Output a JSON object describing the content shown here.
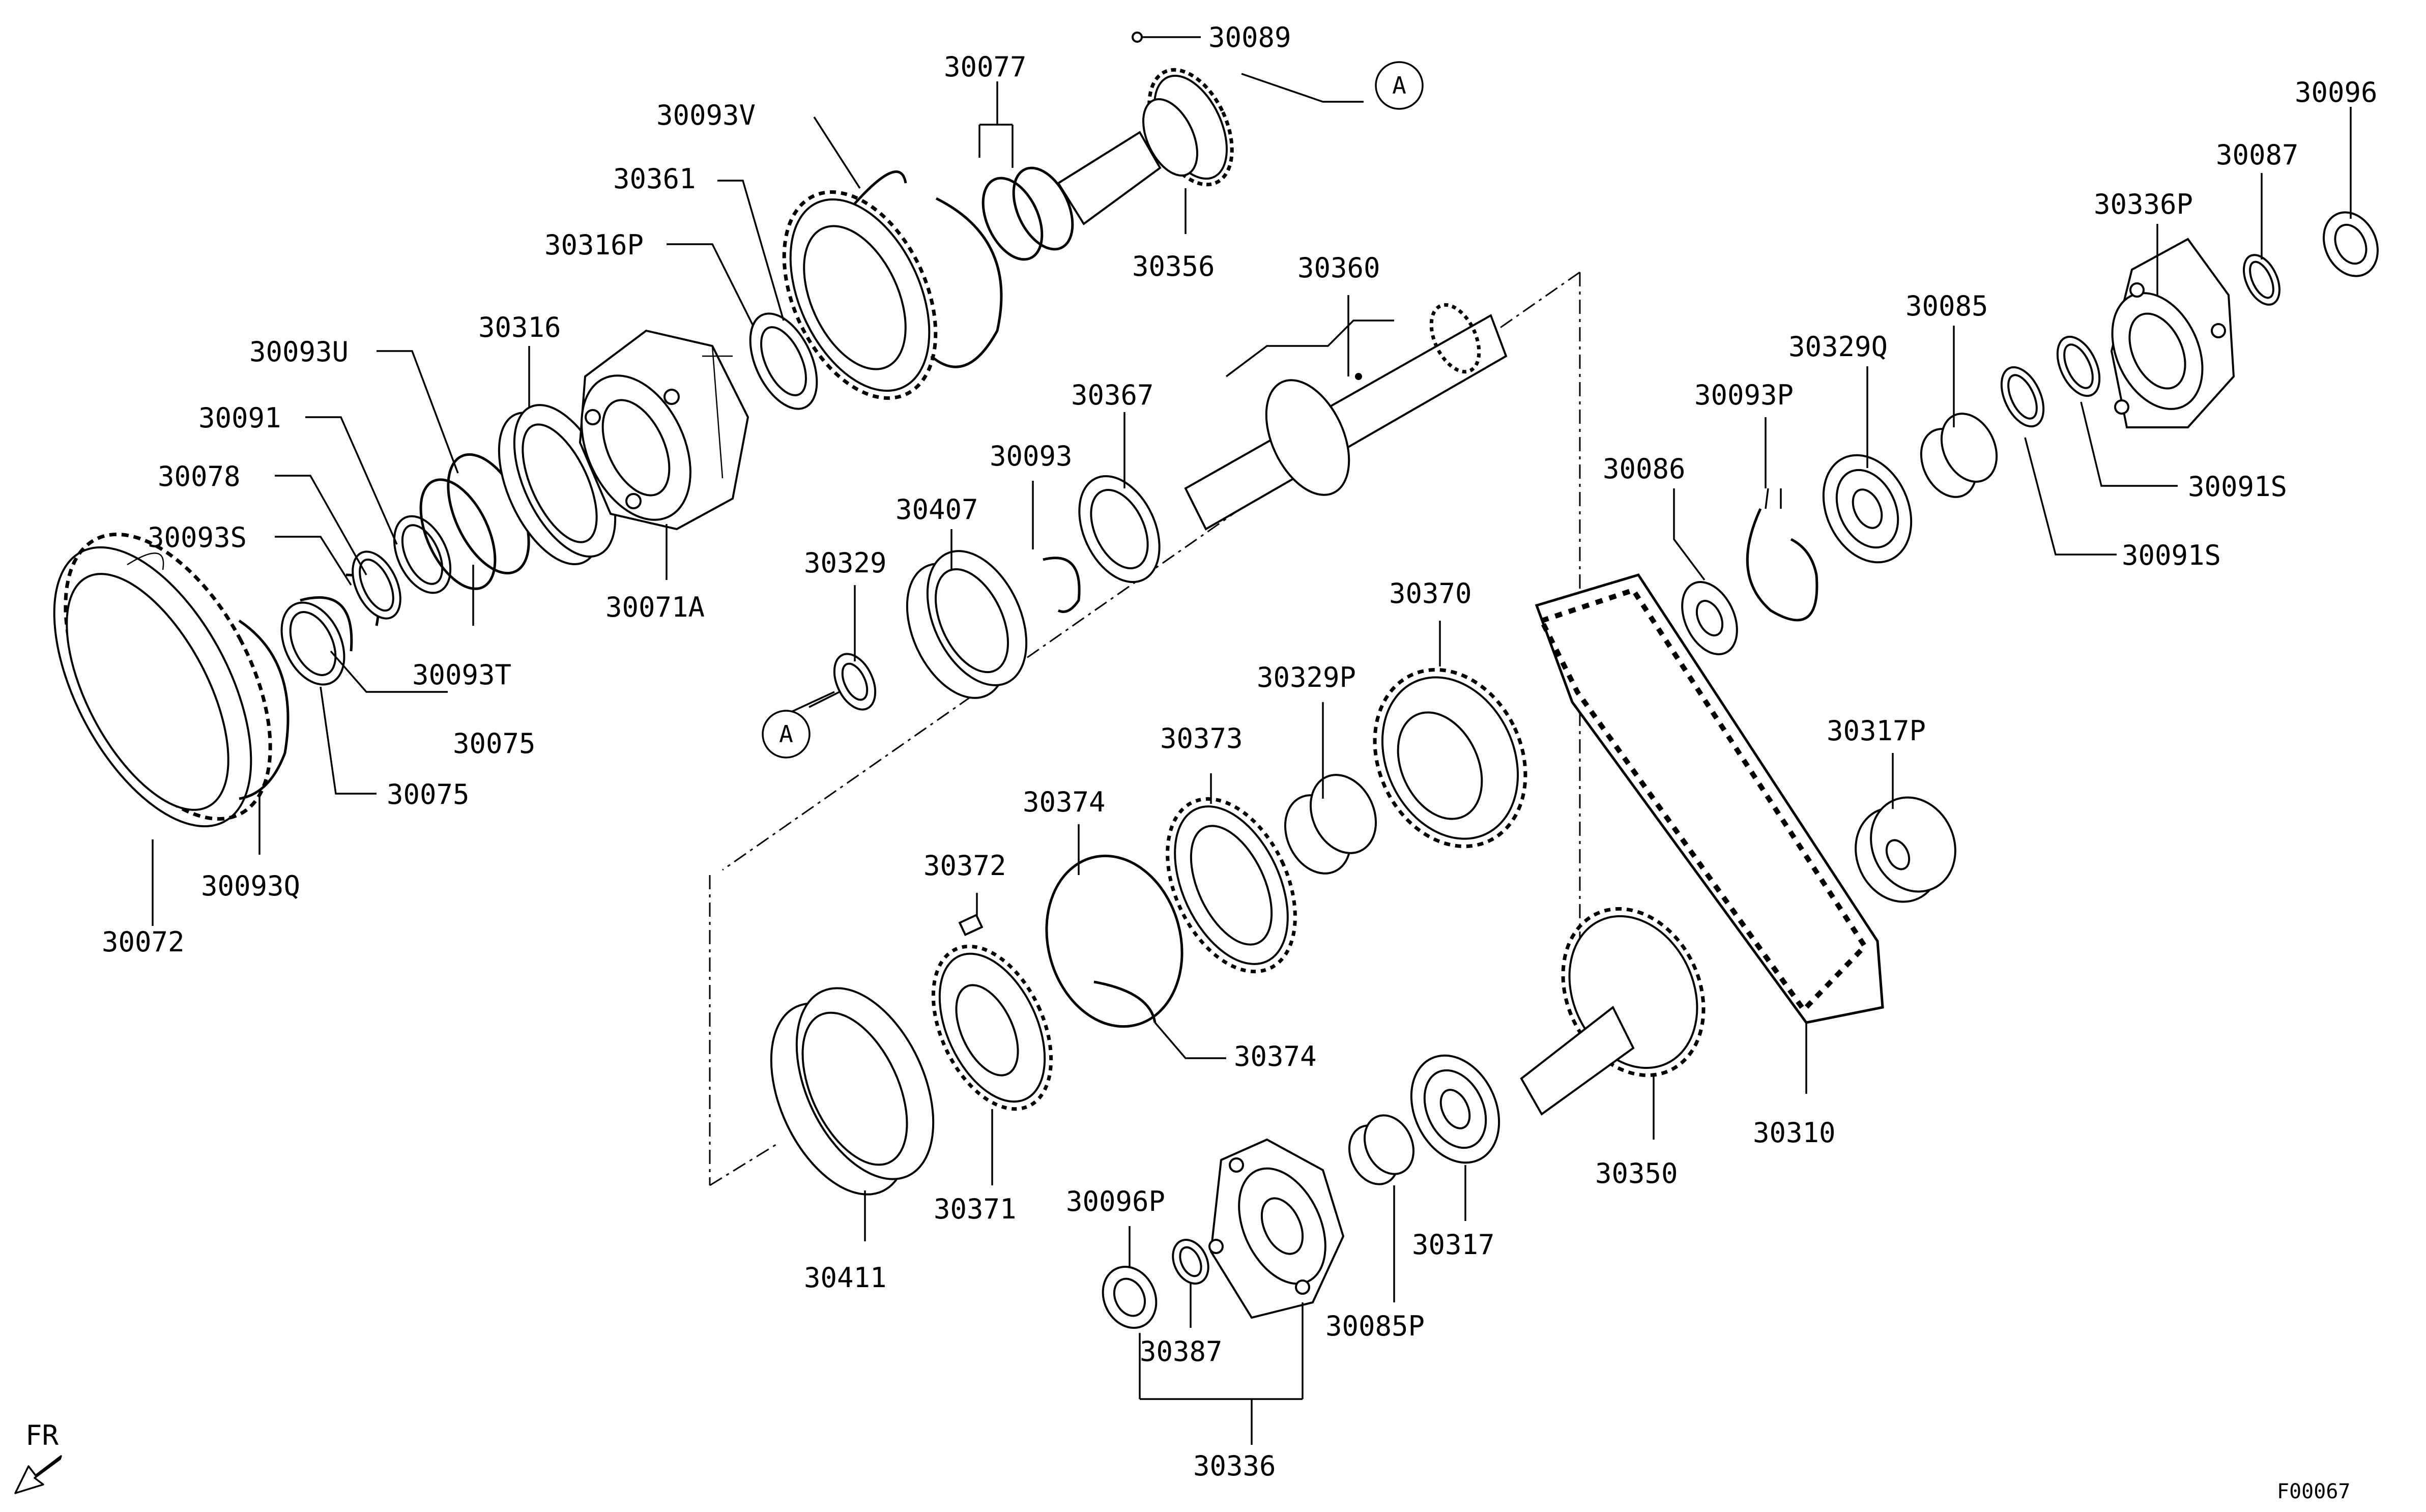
{
  "labels": {
    "p30089": "30089",
    "p30077": "30077",
    "p30093V": "30093V",
    "p30361": "30361",
    "p30316P": "30316P",
    "p30356": "30356",
    "p30360": "30360",
    "p30316": "30316",
    "p30093U": "30093U",
    "p30091": "30091",
    "p30078": "30078",
    "p30093S": "30093S",
    "p30093T": "30093T",
    "p30071A": "30071A",
    "p30075a": "30075",
    "p30075b": "30075",
    "p30093Q": "30093Q",
    "p30072": "30072",
    "p30367": "30367",
    "p30093": "30093",
    "p30407": "30407",
    "p30329": "30329",
    "p30096": "30096",
    "p30087": "30087",
    "p30336P": "30336P",
    "p30085": "30085",
    "p30329Q": "30329Q",
    "p30093P": "30093P",
    "p30086": "30086",
    "p30091Sa": "30091S",
    "p30091Sb": "30091S",
    "p30370": "30370",
    "p30329P": "30329P",
    "p30373": "30373",
    "p30374a": "30374",
    "p30374b": "30374",
    "p30372": "30372",
    "p30317P": "30317P",
    "p30371": "30371",
    "p30411": "30411",
    "p30096P": "30096P",
    "p30387": "30387",
    "p30336": "30336",
    "p30085P": "30085P",
    "p30317": "30317",
    "p30350": "30350",
    "p30310": "30310"
  },
  "refs": {
    "a_top": "A",
    "a_left": "A"
  },
  "direction": "FR",
  "drawing_code": "F00067"
}
